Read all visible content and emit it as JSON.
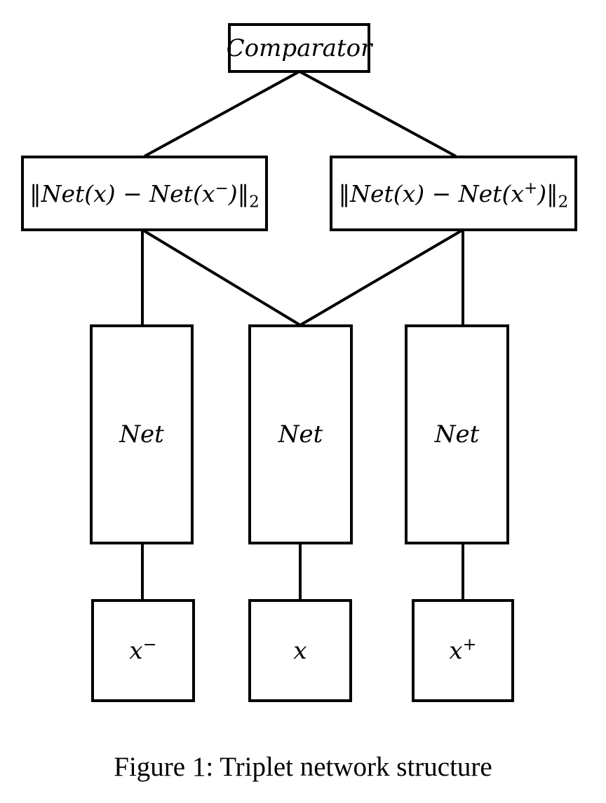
{
  "figure": {
    "caption": "Figure 1: Triplet network structure"
  },
  "diagram": {
    "comparator": {
      "label": "Comparator"
    },
    "distance_left": {
      "base1": "‖Net(x) − Net(x",
      "sup": "−",
      "base2": ")‖",
      "sub": "2"
    },
    "distance_right": {
      "base1": "‖Net(x) − Net(x",
      "sup": "+",
      "base2": ")‖",
      "sub": "2"
    },
    "net_left": {
      "label": "Net"
    },
    "net_middle": {
      "label": "Net"
    },
    "net_right": {
      "label": "Net"
    },
    "input_left": {
      "base": "x",
      "sup": "−"
    },
    "input_middle": {
      "base": "x",
      "sup": ""
    },
    "input_right": {
      "base": "x",
      "sup": "+"
    }
  },
  "colors": {
    "line": "#000000",
    "background": "#ffffff",
    "text": "#000000"
  }
}
